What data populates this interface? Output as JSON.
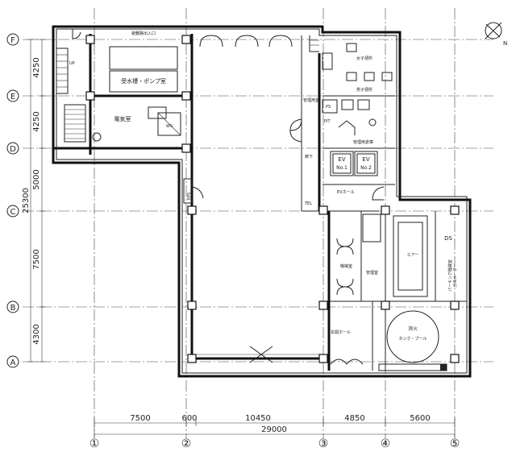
{
  "axes": {
    "rows": [
      "F",
      "E",
      "D",
      "C",
      "B",
      "A"
    ],
    "cols": [
      "①",
      "②",
      "③",
      "④",
      "⑤"
    ]
  },
  "dimensions": {
    "vertical": [
      "4250",
      "4250",
      "5000",
      "7500",
      "4300"
    ],
    "vertical_total": "25300",
    "horizontal": [
      "7500",
      "600",
      "10450",
      "4850",
      "5600"
    ],
    "horizontal_total": "29000"
  },
  "north_label": "N",
  "rooms": {
    "top_corridor": "避難路出入口",
    "pump_room": "受水槽・ポンプ室",
    "electrical_room": "電気室",
    "ws_label": "WS",
    "womens_wc": "女子便所",
    "mens_wc": "男子便所",
    "ps": "PS",
    "pit": "PIT",
    "shaft": "管理用室",
    "management_room": "管理用倉庫",
    "corridor": "廊下",
    "ev1_top": "EV",
    "ev1_bottom": "No.1",
    "ev2_top": "EV",
    "ev2_bottom": "No.2",
    "ev_hall": "EVホール",
    "tel": "TEL",
    "eps": "EPS",
    "left_stair_label": "UP",
    "air_handler": "エアー",
    "machine_room": "機械室",
    "manager_room": "管理室",
    "ds": "DS",
    "parking_room": "パーキング機械室",
    "gas_meter": "ガスメーター",
    "entrance_hall": "玄関ホール",
    "tank_label": "消火",
    "tank_sub": "タンク・プール"
  }
}
